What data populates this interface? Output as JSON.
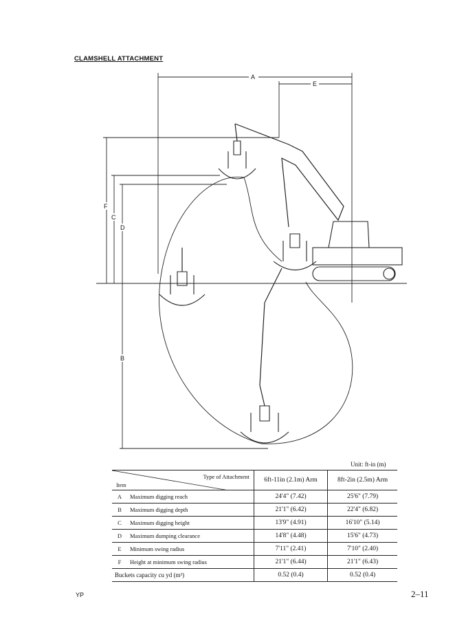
{
  "page_title": "CLAMSHELL ATTACHMENT",
  "diagram": {
    "labels": {
      "A": "A",
      "B": "B",
      "C": "C",
      "D": "D",
      "E": "E",
      "F": "F"
    }
  },
  "unit_label": "Unit: ft-in (m)",
  "table": {
    "header_type": "Type of Attachment",
    "header_item": "Item",
    "columns": [
      "6ft-11in (2.1m) Arm",
      "8ft-2in (2.5m) Arm"
    ],
    "rows": [
      {
        "key": "A",
        "label": "Maximum digging reach",
        "v1": "24'4\" (7.42)",
        "v2": "25'6\" (7.79)"
      },
      {
        "key": "B",
        "label": "Maximum digging depth",
        "v1": "21'1\" (6.42)",
        "v2": "22'4\" (6.82)"
      },
      {
        "key": "C",
        "label": "Maximum digging height",
        "v1": "13'9\" (4.91)",
        "v2": "16'10\" (5.14)"
      },
      {
        "key": "D",
        "label": "Maximum dumping clearance",
        "v1": "14'8\" (4.48)",
        "v2": "15'6\" (4.73)"
      },
      {
        "key": "E",
        "label": "Minimum swing radius",
        "v1": "7'11\" (2.41)",
        "v2": "7'10\" (2.40)"
      },
      {
        "key": "F",
        "label": "Height at minimum swing radius",
        "v1": "21'1\" (6.44)",
        "v2": "21'1\" (6.43)"
      }
    ],
    "bucket": {
      "label": "Buckets capacity cu yd (m³)",
      "v1": "0.52 (0.4)",
      "v2": "0.52 (0.4)"
    }
  },
  "footer": {
    "left": "YP",
    "page_number": "2–11"
  }
}
